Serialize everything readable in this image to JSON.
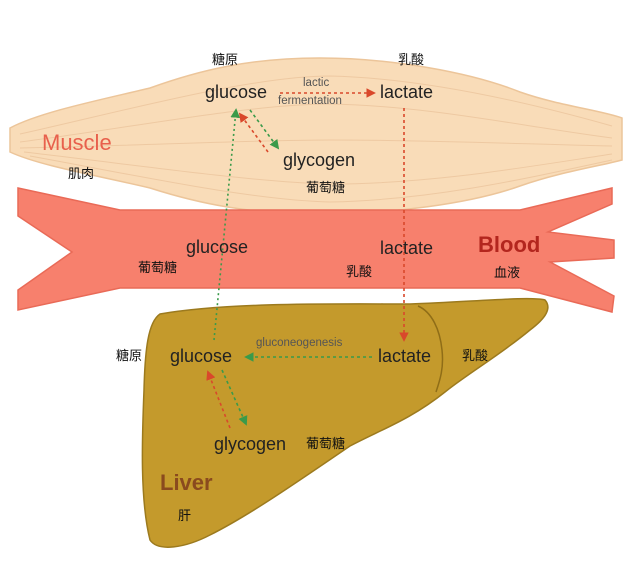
{
  "organs": {
    "muscle": {
      "label": "Muscle",
      "label_cn": "肌肉",
      "color": "#f9dcb8",
      "label_color": "#e8604c"
    },
    "blood": {
      "label": "Blood",
      "label_cn": "血液",
      "color": "#f7806d",
      "label_color": "#b3261e"
    },
    "liver": {
      "label": "Liver",
      "label_cn": "肝",
      "color": "#c49a2c",
      "label_color": "#8a4a1e"
    }
  },
  "muscle": {
    "glucose": "glucose",
    "glucose_cn": "糖原",
    "lactate": "lactate",
    "lactate_cn": "乳酸",
    "glycogen": "glycogen",
    "glycogen_cn": "葡萄糖",
    "process_line1": "lactic",
    "process_line2": "fermentation"
  },
  "blood": {
    "glucose": "glucose",
    "glucose_cn": "葡萄糖",
    "lactate": "lactate",
    "lactate_cn": "乳酸"
  },
  "liver": {
    "glucose": "glucose",
    "glucose_cn": "糖原",
    "lactate": "lactate",
    "lactate_cn": "乳酸",
    "glycogen": "glycogen",
    "glycogen_cn": "葡萄糖",
    "process": "gluconeogenesis"
  },
  "arrow_colors": {
    "red": "#d9482b",
    "green": "#3a9a4a"
  }
}
